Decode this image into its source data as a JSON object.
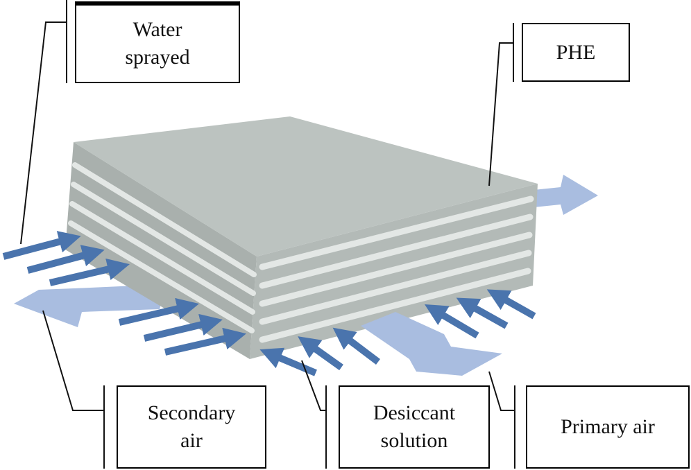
{
  "labels": {
    "water_sprayed": {
      "line1": "Water",
      "line2": "sprayed"
    },
    "phe": {
      "line1": "PHE"
    },
    "secondary_air": {
      "line1": "Secondary",
      "line2": "air"
    },
    "desiccant_solution": {
      "line1": "Desiccant",
      "line2": "solution"
    },
    "primary_air": {
      "line1": "Primary air"
    }
  },
  "colors": {
    "block_top": "#bcc3c0",
    "block_left": "#a9b0ad",
    "block_front": "#b3bab7",
    "slot": "#e3e7e5",
    "arrow_dark": "#4a74ad",
    "arrow_light": "#a9bde0",
    "line": "#111111"
  }
}
